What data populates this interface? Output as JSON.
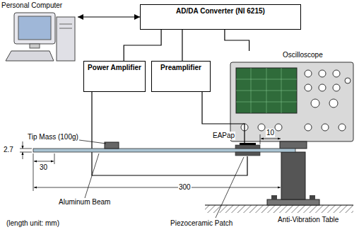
{
  "diagram": {
    "nodes": [
      {
        "text": [
          "Personal Computer"
        ]
      },
      {
        "text": [
          "AD/DA Converter (NI 6215)"
        ]
      },
      {
        "text": [
          "Oscilloscope"
        ]
      },
      {
        "text": [
          "Power Amplifier"
        ]
      },
      {
        "text": [
          "Preamplifier"
        ]
      }
    ],
    "edges": [
      {
        "from": 0,
        "to": 1,
        "arrow": "both"
      },
      {
        "from": 1,
        "to": 3,
        "arrow": "none"
      },
      {
        "from": 1,
        "to": 4,
        "arrow": "none"
      },
      {
        "from": 1,
        "to": 2,
        "arrow": "none"
      }
    ],
    "labels": [
      "Tip Mass (100g)",
      "2.7",
      "30",
      "EAPap",
      "10",
      "300",
      "Aluminum Beam",
      "(length unit: mm)",
      "Piezoceramic Patch",
      "Anti-Vibration Table"
    ]
  }
}
